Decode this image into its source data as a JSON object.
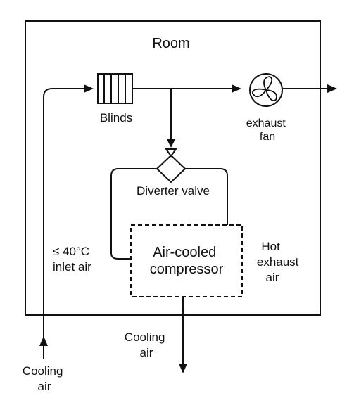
{
  "room": {
    "label": "Room"
  },
  "blinds": {
    "label": "Blinds"
  },
  "fan": {
    "label": [
      "exhaust",
      "fan"
    ]
  },
  "valve": {
    "label": "Diverter valve"
  },
  "compressor": {
    "label": [
      "Air-cooled",
      "compressor"
    ]
  },
  "inlet": {
    "label": [
      "≤ 40°C",
      "inlet air"
    ]
  },
  "hot_exhaust": {
    "label": [
      "Hot",
      "exhaust",
      "air"
    ]
  },
  "cooling_out": {
    "label": [
      "Cooling",
      "air"
    ]
  },
  "cooling_in": {
    "label": [
      "Cooling",
      "air"
    ]
  },
  "icons": {
    "blinds": "blinds-icon",
    "fan": "fan-icon",
    "valve": "diverter-valve-icon"
  }
}
